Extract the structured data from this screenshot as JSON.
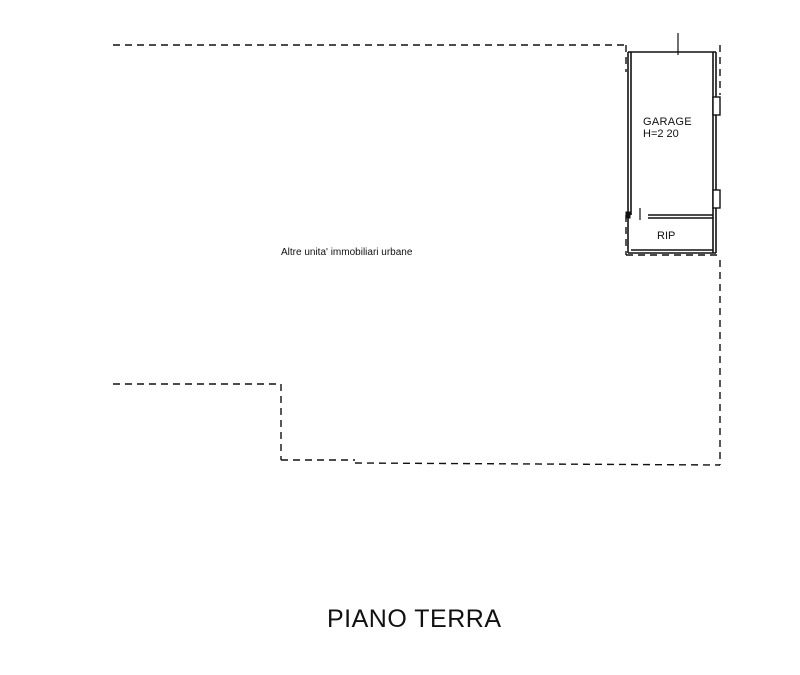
{
  "plan": {
    "title": "PIANO TERRA",
    "rooms": {
      "garage_name": "GARAGE",
      "garage_height": "H=2 20",
      "storage": "RIP"
    },
    "surroundings_note": "Altre unita' immobiliari urbane"
  },
  "style": {
    "ink_color": "#111111",
    "background_color": "#ffffff"
  }
}
